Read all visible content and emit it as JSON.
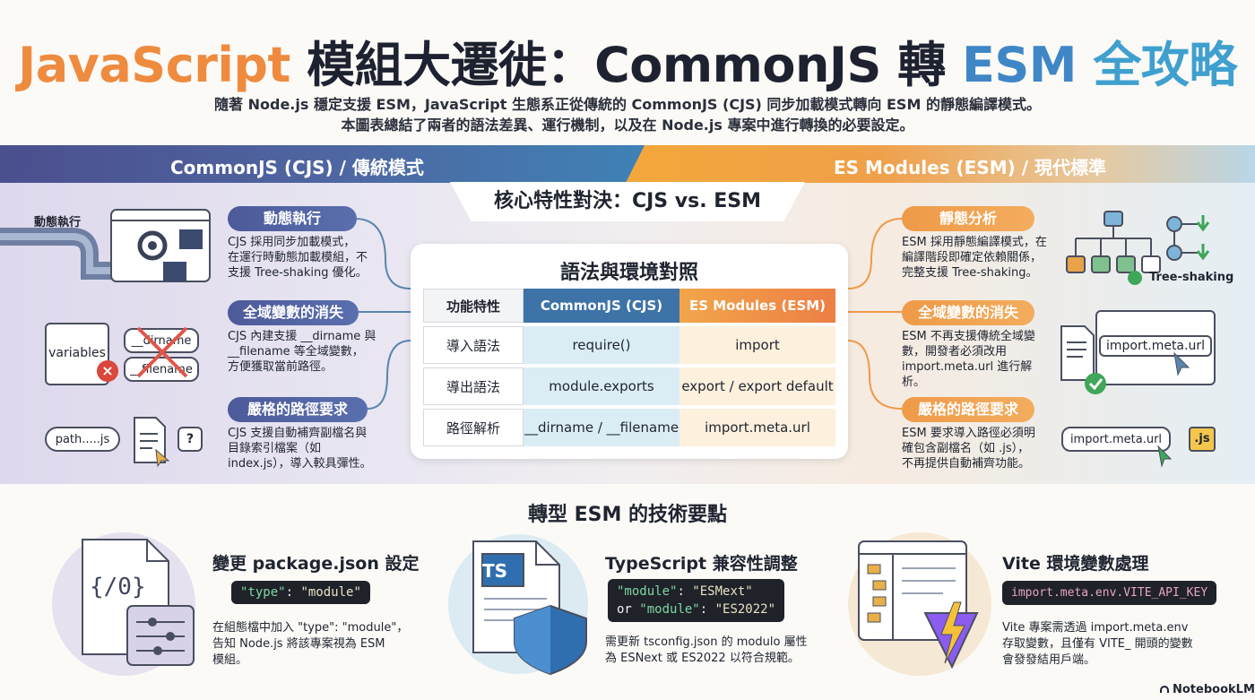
{
  "title": {
    "part1": "JavaScript",
    "part2": " 模組大遷徙：CommonJS 轉 ",
    "part3": "ESM",
    "part4": " 全攻略"
  },
  "subtitle_line1": "隨著 Node.js 穩定支援 ESM，JavaScript 生態系正從傳統的 CommonJS (CJS) 同步加載模式轉向 ESM 的靜態編譯模式。",
  "subtitle_line2": "本圖表總結了兩者的語法差異、運行機制，以及在 Node.js 專案中進行轉換的必要設定。",
  "header_left": "CommonJS (CJS) / 傳統模式",
  "header_right": "ES Modules (ESM) / 現代標準",
  "core_tab": "核心特性對決：CJS vs. ESM",
  "left_features": [
    {
      "pill": "動態執行",
      "text": [
        "CJS 採用同步加載模式，",
        "在運行時動態加載模組，不",
        "支援 Tree-shaking 優化。"
      ]
    },
    {
      "pill": "全域變數的消失",
      "text": [
        "CJS 內建支援 __dirname 與",
        "__filename 等全域變數，",
        "方便獲取當前路徑。"
      ]
    },
    {
      "pill": "嚴格的路徑要求",
      "text": [
        "CJS 支援自動補齊副檔名與",
        "目錄索引檔案（如",
        "index.js），導入較具彈性。"
      ]
    }
  ],
  "right_features": [
    {
      "pill": "靜態分析",
      "text": [
        "ESM 採用靜態編譯模式，在",
        "編譯階段即確定依賴關係，",
        "完整支援 Tree-shaking。"
      ]
    },
    {
      "pill": "全域變數的消失",
      "text": [
        "ESM 不再支援傳統全域變",
        "數，開發者必須改用",
        "import.meta.url 進行解",
        "析。"
      ]
    },
    {
      "pill": "嚴格的路徑要求",
      "text": [
        "ESM 要求導入路徑必須明",
        "確包含副檔名（如 .js），",
        "不再提供自動補齊功能。"
      ]
    }
  ],
  "left_icons": {
    "dynamic_label": "動態執行",
    "variables": "variables",
    "dirname": "__dirname",
    "filename": "__filename",
    "path": "path.....js",
    "question": "?"
  },
  "right_icons": {
    "tree_shaking": "Tree-shaking",
    "import_meta_url_1": "import.meta.url",
    "import_meta_url_2": "import.meta.url",
    "js_ext": ".js"
  },
  "comparison": {
    "title": "語法與環境對照",
    "headers": [
      "功能特性",
      "CommonJS (CJS)",
      "ES Modules (ESM)"
    ],
    "rows": [
      [
        "導入語法",
        "require()",
        "import"
      ],
      [
        "導出語法",
        "module.exports",
        "export / export default"
      ],
      [
        "路徑解析",
        "__dirname / __filename",
        "import.meta.url"
      ]
    ]
  },
  "section_title": "轉型 ESM 的技術要點",
  "tips": [
    {
      "title": "變更 package.json 設定",
      "code_key": "\"type\"",
      "code_sep": ": ",
      "code_val": "\"module\"",
      "text": [
        "在組態檔中加入 \"type\": \"module\"，",
        "告知 Node.js 將該專案視為 ESM",
        "模組。"
      ],
      "icon_code": "{/0}"
    },
    {
      "title": "TypeScript 兼容性調整",
      "code_line1_key": "\"module\"",
      "code_line1_val": "\"ESMext\"",
      "code_line2_prefix": "or ",
      "code_line2_key": "\"module\"",
      "code_line2_val": "\"ES2022\"",
      "text": [
        "需更新 tsconfig.json 的 modulo 屬性",
        "為 ESNext 或 ES2022 以符合規範。"
      ],
      "icon_label": "TS"
    },
    {
      "title": "Vite 環境變數處理",
      "code": "import.meta.env.VITE_API_KEY",
      "text": [
        "Vite 專案需透過 import.meta.env",
        "存取變數，且僅有 VITE_ 開頭的變數",
        "會發發結用戶端。"
      ]
    }
  ],
  "footer": "NotebookLM",
  "colors": {
    "orange": "#ee8b3f",
    "navy": "#4b4f8e",
    "blue": "#3f86c7",
    "green": "#3fa65a",
    "red": "#d9483b"
  }
}
